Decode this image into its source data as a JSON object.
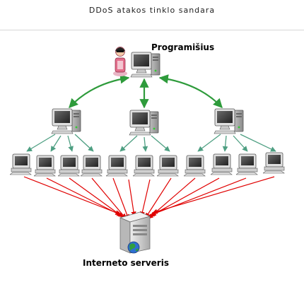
{
  "title": "DDoS atakos tinklo sandara",
  "nodes": {
    "attacker_label": "Programišius",
    "server_label": "Interneto serveris"
  },
  "colors": {
    "control_arrow": "#2e9b3b",
    "handler_arrow": "#4e9f82",
    "attack_arrow": "#e00000",
    "monitor_bezel": "#d8d8d8",
    "screen": "#3a3a3a",
    "server_body": "#d3d3d3"
  },
  "icons": {
    "attacker": "hacker-with-computer-icon",
    "handler": "desktop-computer-icon",
    "zombie": "desktop-computer-icon",
    "server": "server-with-globe-icon"
  }
}
